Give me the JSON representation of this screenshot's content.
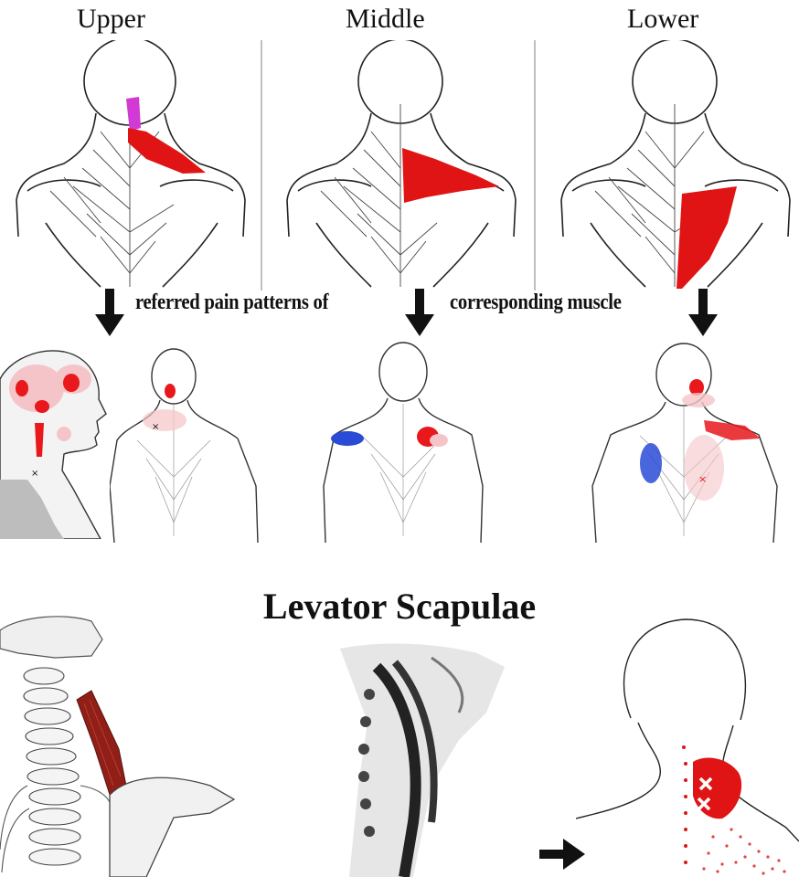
{
  "columns": {
    "upper": "Upper",
    "middle": "Middle",
    "lower": "Lower"
  },
  "caption": {
    "left": "referred pain patterns of",
    "right": "corresponding muscle"
  },
  "section_title": "Levator Scapulae",
  "colors": {
    "muscle_red": "#e01414",
    "magenta": "#d23ad6",
    "pain_red": "#e8181c",
    "pain_blue": "#2a4bd6",
    "line": "#222222",
    "divider": "#bfbfbf"
  }
}
